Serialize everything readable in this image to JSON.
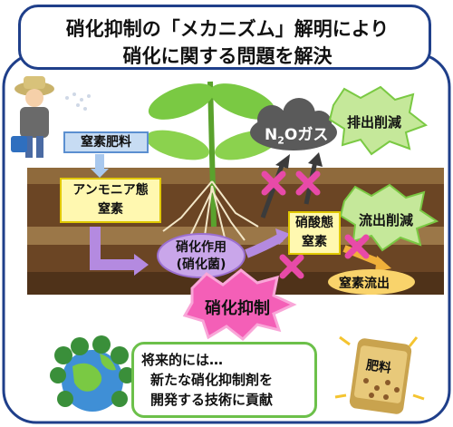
{
  "title": {
    "line1": "硝化抑制の「メカニズム」解明により",
    "line2": "硝化に関する問題を解決"
  },
  "labels": {
    "fertilizer": "窒素肥料",
    "ammonium_line1": "アンモニア態",
    "ammonium_line2": "窒素",
    "nitrification_line1": "硝化作用",
    "nitrification_line2": "(硝化菌)",
    "nitrate_line1": "硝酸態",
    "nitrate_line2": "窒素",
    "n2o_prefix": "N",
    "n2o_sub": "2",
    "n2o_suffix": "Oガス",
    "emission_reduction": "排出削減",
    "runoff_reduction": "流出削減",
    "nitrogen_runoff": "窒素流出",
    "inhibition": "硝化抑制",
    "future_line1": "将来的には…",
    "future_line2": "新たな硝化抑制剤を",
    "future_line3": "開発する技術に貢献",
    "bag_label": "肥料"
  },
  "colors": {
    "title_border": "#1f3f8a",
    "soil_dark": "#5a3b1f",
    "soil_mid": "#8a6438",
    "green_leaf": "#7ac943",
    "purple": "#b48ae0",
    "pink_burst": "#f45fb7",
    "cross_pink": "#e84aa8",
    "gas_cloud": "#4a4a4a"
  }
}
